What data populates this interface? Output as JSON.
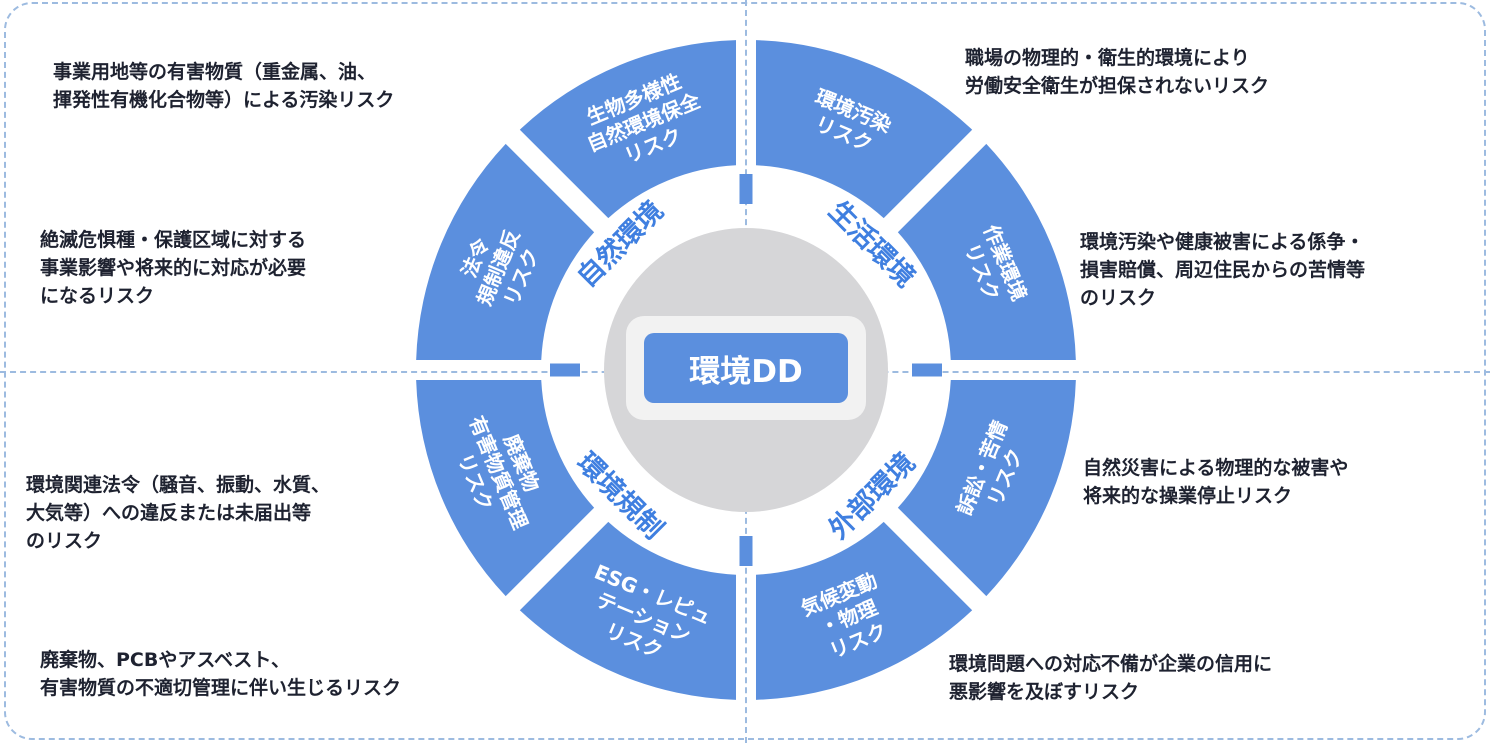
{
  "center": {
    "label": "環境DD"
  },
  "categories": [
    {
      "key": "natural",
      "label": "自然環境"
    },
    {
      "key": "living",
      "label": "生活環境"
    },
    {
      "key": "external",
      "label": "外部環境"
    },
    {
      "key": "regulation",
      "label": "環境規制"
    }
  ],
  "segments": [
    {
      "key": "soil",
      "lines": [
        "環境汚染",
        "リスク"
      ]
    },
    {
      "key": "work",
      "lines": [
        "作業環境",
        "リスク"
      ]
    },
    {
      "key": "litigation",
      "lines": [
        "訴訟・苦情",
        "リスク"
      ]
    },
    {
      "key": "climate",
      "lines": [
        "気候変動",
        "・物理",
        "リスク"
      ]
    },
    {
      "key": "esg",
      "lines": [
        "ESG・レピュ",
        "テーション",
        "リスク"
      ]
    },
    {
      "key": "waste",
      "lines": [
        "廃棄物",
        "有害物質管理",
        "リスク"
      ]
    },
    {
      "key": "law",
      "lines": [
        "法令",
        "規制違反",
        "リスク"
      ]
    },
    {
      "key": "biodiversity",
      "lines": [
        "生物多様性",
        "自然環境保全",
        "リスク"
      ]
    }
  ],
  "descriptions": {
    "soil": "事業用地等の有害物質（重金属、油、\n揮発性有機化合物等）による汚染リスク",
    "biodiversity": "絶滅危惧種・保護区域に対する\n事業影響や将来的に対応が必要\nになるリスク",
    "law": "環境関連法令（騒音、振動、水質、\n大気等）への違反または未届出等\nのリスク",
    "waste": "廃棄物、PCBやアスベスト、\n有害物質の不適切管理に伴い生じるリスク",
    "work": "職場の物理的・衛生的環境により\n労働安全衛生が担保されないリスク",
    "litigation": "環境汚染や健康被害による係争・\n損害賠償、周辺住民からの苦情等\nのリスク",
    "climate": "自然災害による物理的な被害や\n将来的な操業停止リスク",
    "esg": "環境問題への対応不備が企業の信用に\n悪影響を及ぼすリスク"
  },
  "colors": {
    "segment": "#5b8fde",
    "category_text": "#3f7fe0",
    "ring_bg": "#ffffff",
    "hub": "#d6d6d8",
    "label_box": "#5b8fde",
    "divider": "#9dbbe0",
    "text": "#1e2230"
  }
}
